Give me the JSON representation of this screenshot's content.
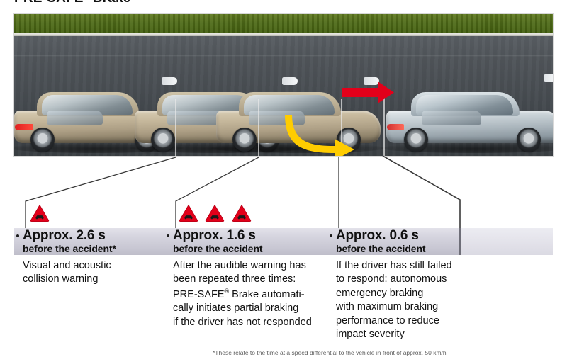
{
  "title": {
    "text_before": "PRE-SAFE",
    "registered": "®",
    "text_after": " Brake"
  },
  "scene": {
    "alt": "Three sequential positions of a gold sedan approaching a silver sedan on a road",
    "cars": [
      {
        "name": "approaching-car-stage-1",
        "color": "#b7a98e"
      },
      {
        "name": "approaching-car-stage-2",
        "color": "#b7a98e"
      },
      {
        "name": "approaching-car-stage-3",
        "color": "#b7a98e"
      },
      {
        "name": "lead-car-silver",
        "color": "#aab4bb"
      }
    ],
    "arrows": [
      {
        "name": "red-impact-arrow",
        "color": "#e2001a",
        "label": "collision direction"
      },
      {
        "name": "yellow-braking-arrow",
        "color": "#ffcc00",
        "label": "braking deceleration"
      }
    ]
  },
  "stages": [
    {
      "id": "stage-1",
      "icon_count": 1,
      "icon_name": "collision-warning-triangle-icon",
      "heading_time": "Approx. 2.6 s",
      "heading_sub": "before the accident*",
      "body": "Visual and acoustic\ncollision warning"
    },
    {
      "id": "stage-2",
      "icon_count": 3,
      "icon_name": "collision-warning-triangle-icon",
      "heading_time": "Approx. 1.6 s",
      "heading_sub": "before the accident",
      "body_line1": "After the audible warning has",
      "body_line2": "been repeated three times:",
      "body_line3_pre": "PRE-SAFE",
      "body_line3_reg": "®",
      "body_line3_post": " Brake automati-",
      "body_line4": "cally initiates partial braking",
      "body_line5": "if the driver has not responded"
    },
    {
      "id": "stage-3",
      "icon_count": 0,
      "icon_name": "",
      "heading_time": "Approx. 0.6 s",
      "heading_sub": "before the accident",
      "body": "If the driver has still failed\nto respond: autonomous\nemergency braking\nwith maximum braking\nperformance to reduce\nimpact severity"
    }
  ],
  "footnote": "*These relate to the time at a speed differential to the vehicle in front of approx. 50 km/h",
  "colors": {
    "warning_red": "#e2001a",
    "arrow_yellow": "#ffcc00",
    "band_gray": "#c9c8d4",
    "band_tail": "#e2e1e9",
    "text": "#111111"
  }
}
